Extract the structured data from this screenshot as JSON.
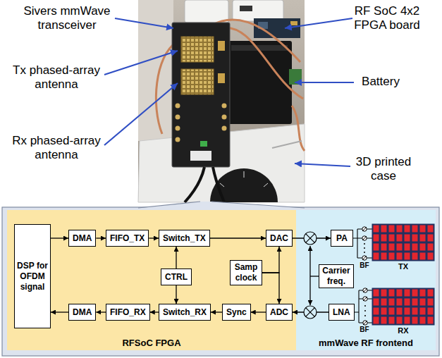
{
  "diagram": {
    "nodes": [
      {
        "text": [
          "RFSoC FPGA"
        ]
      },
      {
        "text": [
          "DSP for OFDM signal"
        ],
        "in": 0
      },
      {
        "text": [
          "DMA"
        ],
        "in": 0
      },
      {
        "text": [
          "FIFO_TX"
        ],
        "in": 0
      },
      {
        "text": [
          "Switch_TX"
        ],
        "in": 0
      },
      {
        "text": [
          "DAC"
        ],
        "in": 0
      },
      {
        "text": [
          "CTRL"
        ],
        "in": 0
      },
      {
        "text": [
          "Samp clock"
        ],
        "in": 0
      },
      {
        "text": [
          "DMA"
        ],
        "in": 0
      },
      {
        "text": [
          "FIFO_RX"
        ],
        "in": 0
      },
      {
        "text": [
          "Switch_RX"
        ],
        "in": 0
      },
      {
        "text": [
          "Sync"
        ],
        "in": 0
      },
      {
        "text": [
          "ADC"
        ],
        "in": 0
      },
      {
        "text": [
          "mmWave RF frontend"
        ]
      },
      {
        "text": [
          "PA"
        ],
        "in": 13
      },
      {
        "text": [
          "Carrier freq."
        ],
        "in": 13
      },
      {
        "text": [
          "LNA"
        ],
        "in": 13
      }
    ],
    "edges": [
      {
        "from": 1,
        "to": 2,
        "arrow": "to"
      },
      {
        "from": 2,
        "to": 3,
        "arrow": "to"
      },
      {
        "from": 3,
        "to": 4,
        "arrow": "to"
      },
      {
        "from": 4,
        "to": 5,
        "arrow": "to"
      },
      {
        "from": 5,
        "to": 14,
        "arrow": "to"
      },
      {
        "from": 7,
        "to": 5,
        "arrow": "to"
      },
      {
        "from": 7,
        "to": 12,
        "arrow": "to"
      },
      {
        "from": 6,
        "to": 4,
        "arrow": "to"
      },
      {
        "from": 6,
        "to": 10,
        "arrow": "to"
      },
      {
        "from": 16,
        "to": 12,
        "arrow": "to"
      },
      {
        "from": 12,
        "to": 11,
        "arrow": "to"
      },
      {
        "from": 11,
        "to": 10,
        "arrow": "to"
      },
      {
        "from": 10,
        "to": 9,
        "arrow": "to"
      },
      {
        "from": 9,
        "to": 8,
        "arrow": "to"
      },
      {
        "from": 8,
        "to": 1,
        "arrow": "to"
      }
    ],
    "labels": [
      "Sivers mmWave transceiver",
      "RF SoC 4x2 FPGA board",
      "Tx phased-array antenna",
      "Battery",
      "Rx phased-array antenna",
      "3D printed case",
      "TX",
      "BF",
      "RX",
      "BF"
    ]
  }
}
